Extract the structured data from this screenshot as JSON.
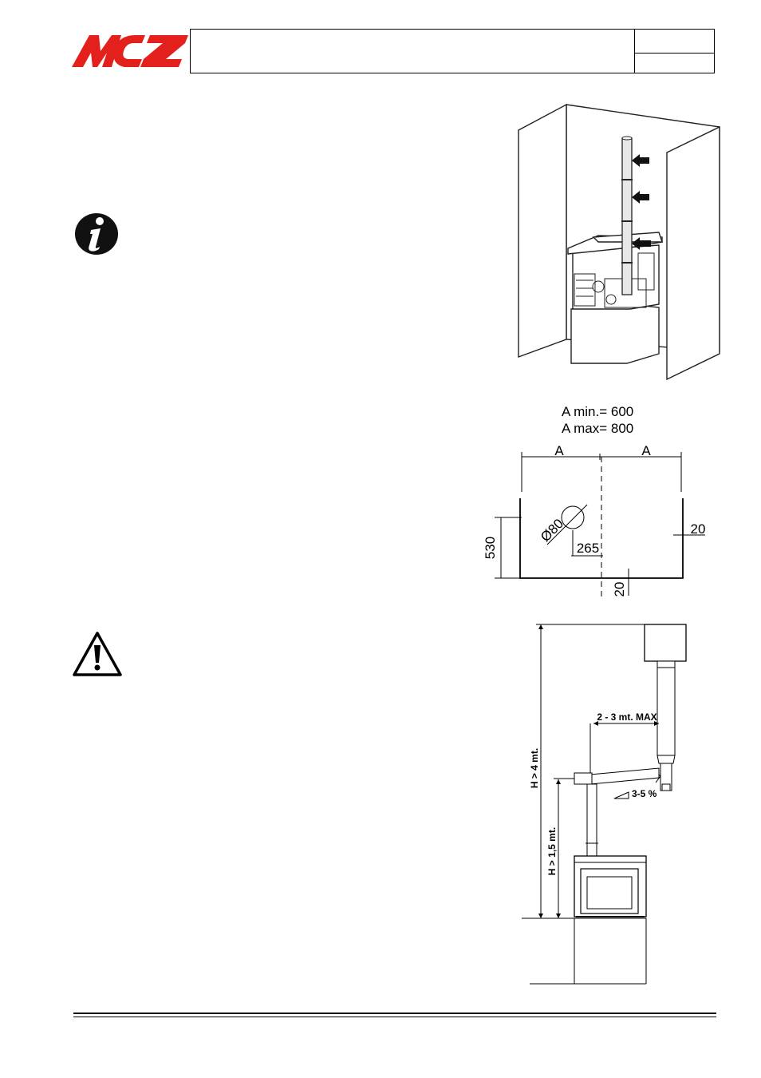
{
  "brand": {
    "logo_text": "MCZ",
    "logo_color": "#e3201b"
  },
  "icons": {
    "info": "info-icon",
    "warning": "warning-triangle-icon"
  },
  "clearance": {
    "a_min": "A min.= 600",
    "a_max": "A max= 800",
    "label_a_left": "A",
    "label_a_right": "A",
    "dim_530": "530",
    "dim_diameter": "Ø80",
    "dim_265": "265",
    "dim_20_side": "20",
    "dim_20_bottom": "20"
  },
  "flue": {
    "horizontal_max": "2 - 3 mt. MAX",
    "slope": "3-5 %",
    "height_total": "H > 4 mt.",
    "height_vertical": "H > 1,5 mt."
  }
}
